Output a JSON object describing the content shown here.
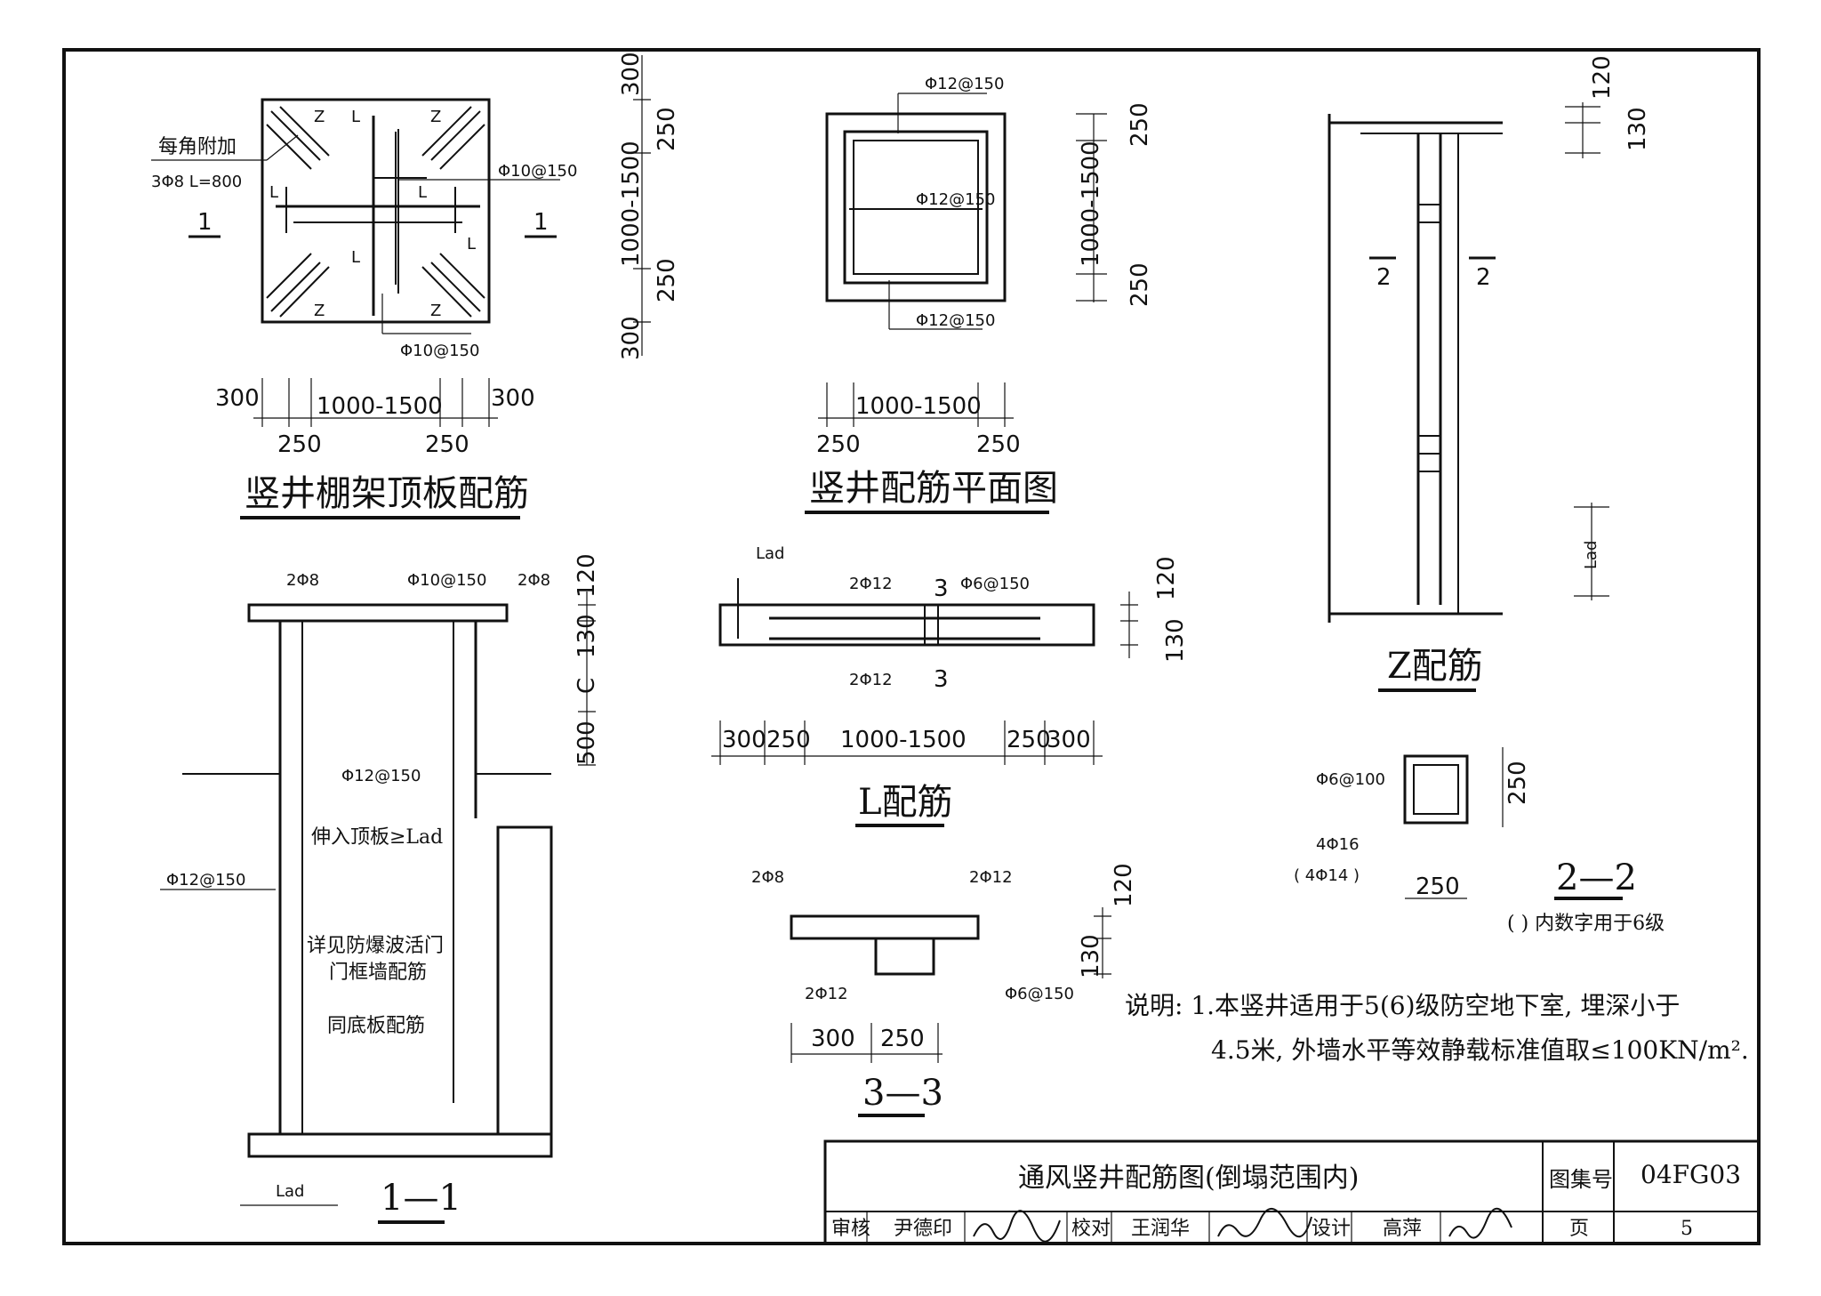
{
  "roof_plan": {
    "title": "竖井棚架顶板配筋",
    "corner_note_1": "每角附加",
    "corner_note_2": "3Φ8 L=800",
    "rebar_top": "Φ10@150",
    "rebar_bottom": "Φ10@150",
    "label_z": "Z",
    "label_l": "L",
    "section_mark": "1",
    "dims_v": [
      "300",
      "250",
      "1000-1500",
      "250",
      "300"
    ],
    "dims_h_top": [
      "300",
      "1000-1500",
      "300"
    ],
    "dims_h_bottom": [
      "250",
      "250"
    ]
  },
  "shaft_plan": {
    "title": "竖井配筋平面图",
    "rebar_top": "Φ12@150",
    "rebar_mid": "Φ12@150",
    "rebar_bottom": "Φ12@150",
    "dims_v": [
      "250",
      "1000-1500",
      "250"
    ],
    "dim_h": "1000-1500",
    "dims_h_bottom": [
      "250",
      "250"
    ]
  },
  "z_bar": {
    "title": "Z配筋",
    "dims": [
      "120",
      "130"
    ],
    "section_mark": "2",
    "lad": "Lad"
  },
  "section_11": {
    "title": "1—1",
    "rebar_left": "2Φ8",
    "rebar_mid": "Φ10@150",
    "rebar_right": "2Φ8",
    "dims": [
      "120",
      "130",
      "C",
      "500"
    ],
    "rebar_a": "Φ12@150",
    "rebar_b": "Φ12@150",
    "note_roof": "伸入顶板≥Lad",
    "note_door_1": "详见防爆波活门",
    "note_door_2": "门框墙配筋",
    "note_floor": "同底板配筋",
    "lad": "Lad"
  },
  "l_bar": {
    "title": "L配筋",
    "lad": "Lad",
    "rebar_top": "2Φ12",
    "rebar_stir": "Φ6@150",
    "rebar_bottom": "2Φ12",
    "section_mark": "3",
    "dims_v": [
      "120",
      "130"
    ],
    "dims_h": [
      "300",
      "250",
      "1000-1500",
      "250",
      "300"
    ]
  },
  "section_33": {
    "title": "3—3",
    "rebar_left": "2Φ8",
    "rebar_right": "2Φ12",
    "rebar_bottom": "2Φ12",
    "rebar_stir": "Φ6@150",
    "dims_v": [
      "120",
      "130"
    ],
    "dims_h": [
      "300",
      "250"
    ]
  },
  "section_22": {
    "title": "2—2",
    "rebar_stir": "Φ6@100",
    "rebar_main": "4Φ16",
    "rebar_alt": "( 4Φ14 )",
    "dim_v": "250",
    "dim_h": "250",
    "note": "( ) 内数字用于6级"
  },
  "notes": {
    "line1": "说明: 1.本竖井适用于5(6)级防空地下室, 埋深小于",
    "line2": "4.5米, 外墙水平等效静载标准值取≤100KN/m²."
  },
  "title_block": {
    "drawing_title": "通风竖井配筋图(倒塌范围内)",
    "atlas_label": "图集号",
    "atlas_no": "04FG03",
    "review_label": "审核",
    "review_name": "尹德印",
    "check_label": "校对",
    "check_name": "王润华",
    "design_label": "设计",
    "design_name": "高萍",
    "page_label": "页",
    "page_no": "5"
  }
}
